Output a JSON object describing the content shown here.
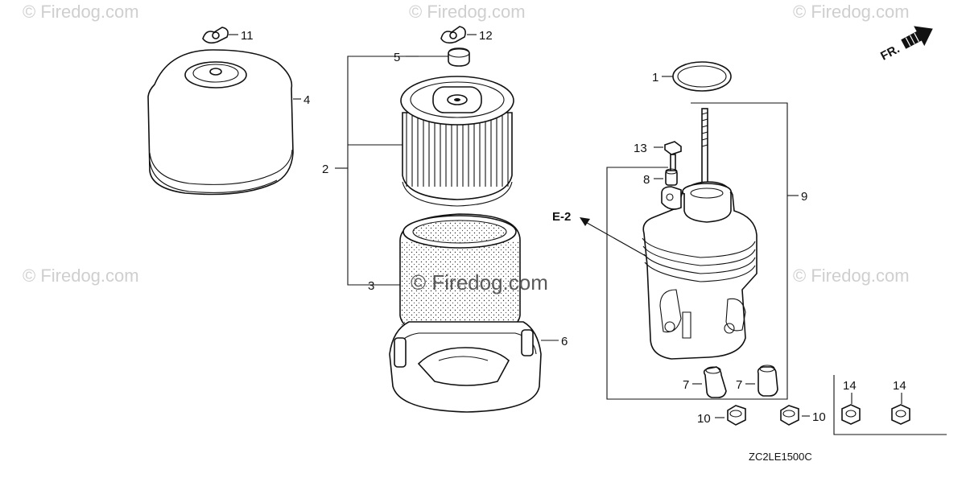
{
  "diagram": {
    "drawing_code": "ZC2LE1500C",
    "direction_marker": "FR.",
    "reference_label": "E-2",
    "watermarks": [
      "© Firedog.com",
      "© Firedog.com",
      "© Firedog.com",
      "© Firedog.com",
      "© Firedog.com"
    ],
    "center_watermark": "© Firedog.com",
    "callouts": {
      "p1": "1",
      "p2": "2",
      "p3": "3",
      "p4": "4",
      "p5": "5",
      "p6": "6",
      "p7a": "7",
      "p7b": "7",
      "p8": "8",
      "p9": "9",
      "p10a": "10",
      "p10b": "10",
      "p11": "11",
      "p12": "12",
      "p13": "13",
      "p14a": "14",
      "p14b": "14"
    }
  }
}
